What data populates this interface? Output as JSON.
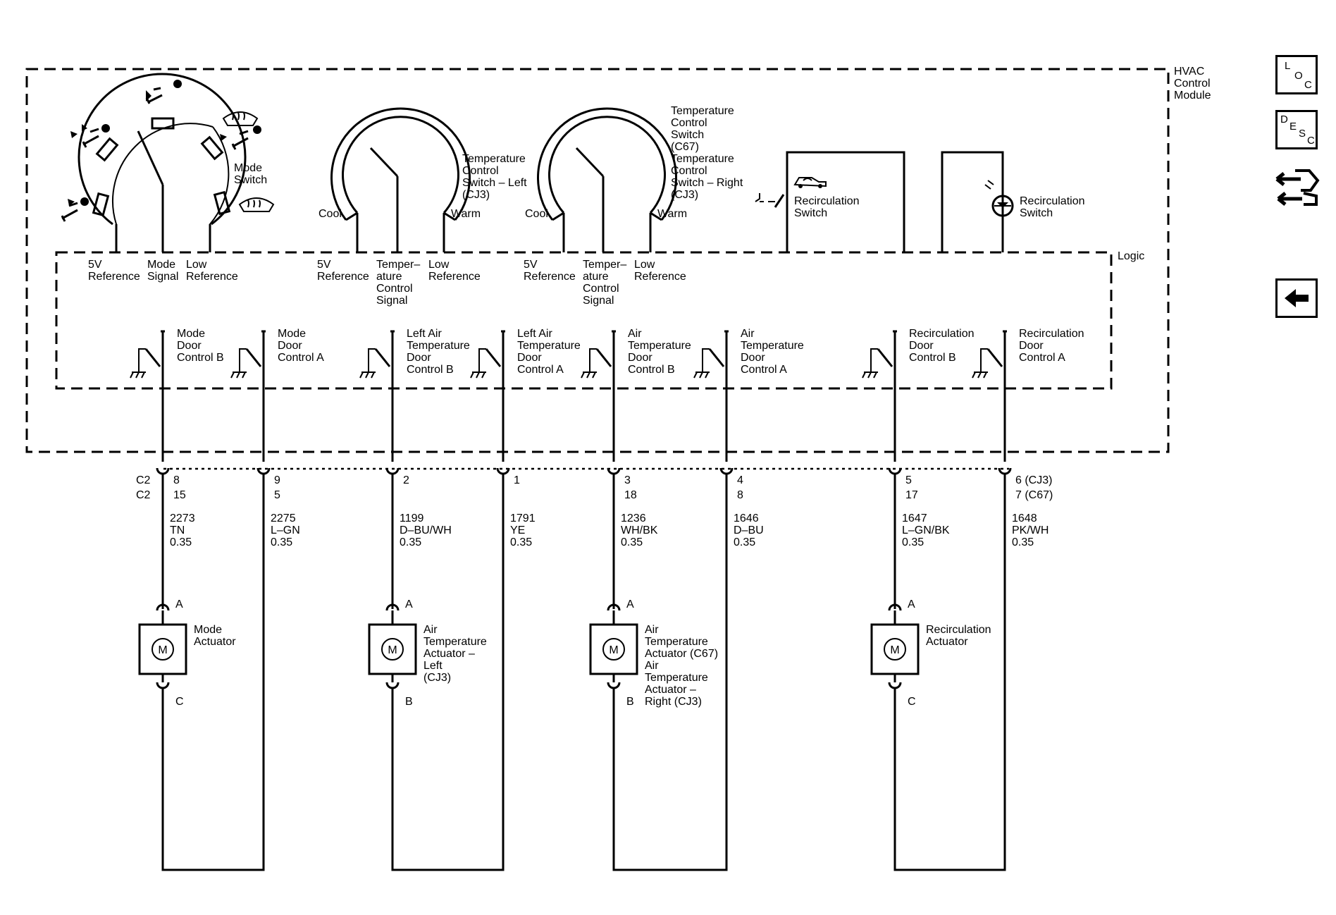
{
  "module": {
    "label": [
      "HVAC",
      "Control",
      "Module"
    ],
    "logic_label": "Logic"
  },
  "mode_switch": {
    "label": [
      "Mode",
      "Switch"
    ]
  },
  "temp_left": {
    "label": [
      "Temperature",
      "Control",
      "Switch – Left",
      "(CJ3)"
    ],
    "cool": "Cool",
    "warm": "Warm"
  },
  "temp_right": {
    "label": [
      "Temperature",
      "Control",
      "Switch",
      "(C67)",
      "Temperature",
      "Control",
      "Switch – Right",
      "(CJ3)"
    ],
    "cool": "Cool",
    "warm": "Warm"
  },
  "recirc_switch_a": {
    "label": [
      "Recirculation",
      "Switch"
    ]
  },
  "recirc_switch_b": {
    "label": [
      "Recirculation",
      "Switch"
    ]
  },
  "signal_labels": [
    [
      "5V",
      "Reference"
    ],
    [
      "Mode",
      "Signal"
    ],
    [
      "Low",
      "Reference"
    ],
    [
      "5V",
      "Reference"
    ],
    [
      "Temper–",
      "ature",
      "Control",
      "Signal"
    ],
    [
      "Low",
      "Reference"
    ],
    [
      "5V",
      "Reference"
    ],
    [
      "Temper–",
      "ature",
      "Control",
      "Signal"
    ],
    [
      "Low",
      "Reference"
    ]
  ],
  "door_controls": [
    [
      "Mode",
      "Door",
      "Control B"
    ],
    [
      "Mode",
      "Door",
      "Control A"
    ],
    [
      "Left Air",
      "Temperature",
      "Door",
      "Control B"
    ],
    [
      "Left Air",
      "Temperature",
      "Door",
      "Control A"
    ],
    [
      "Air",
      "Temperature",
      "Door",
      "Control B"
    ],
    [
      "Air",
      "Temperature",
      "Door",
      "Control A"
    ],
    [
      "Recirculation",
      "Door",
      "Control B"
    ],
    [
      "Recirculation",
      "Door",
      "Control A"
    ]
  ],
  "connector_names": [
    "C2",
    "C2"
  ],
  "circuits": [
    {
      "pins": [
        "8",
        "15"
      ],
      "circuit": "2273",
      "color": "TN",
      "gauge": "0.35"
    },
    {
      "pins": [
        "9",
        "5"
      ],
      "circuit": "2275",
      "color": "L–GN",
      "gauge": "0.35"
    },
    {
      "pins": [
        "2"
      ],
      "circuit": "1199",
      "color": "D–BU/WH",
      "gauge": "0.35"
    },
    {
      "pins": [
        "1"
      ],
      "circuit": "1791",
      "color": "YE",
      "gauge": "0.35"
    },
    {
      "pins": [
        "3",
        "18"
      ],
      "circuit": "1236",
      "color": "WH/BK",
      "gauge": "0.35"
    },
    {
      "pins": [
        "4",
        "8"
      ],
      "circuit": "1646",
      "color": "D–BU",
      "gauge": "0.35"
    },
    {
      "pins": [
        "5",
        "17"
      ],
      "circuit": "1647",
      "color": "L–GN/BK",
      "gauge": "0.35"
    },
    {
      "pins": [
        "6 (CJ3)",
        "7 (C67)"
      ],
      "circuit": "1648",
      "color": "PK/WH",
      "gauge": "0.35"
    }
  ],
  "actuators": [
    {
      "label": [
        "Mode",
        "Actuator"
      ],
      "top_pin": "A",
      "bottom_pin": "C",
      "symbol": "M"
    },
    {
      "label": [
        "Air",
        "Temperature",
        "Actuator –",
        "Left",
        "(CJ3)"
      ],
      "top_pin": "A",
      "bottom_pin": "B",
      "symbol": "M"
    },
    {
      "label": [
        "Air",
        "Temperature",
        "Actuator (C67)",
        "Air",
        "Temperature",
        "Actuator –",
        "Right (CJ3)"
      ],
      "top_pin": "A",
      "bottom_pin": "B",
      "symbol": "M"
    },
    {
      "label": [
        "Recirculation",
        "Actuator"
      ],
      "top_pin": "A",
      "bottom_pin": "C",
      "symbol": "M"
    }
  ],
  "nav": {
    "loc": [
      "L",
      "O",
      "C"
    ],
    "desc": [
      "D",
      "E",
      "S",
      "C"
    ],
    "icons": [
      "schematic-flow-icon",
      "back-arrow-icon"
    ]
  }
}
